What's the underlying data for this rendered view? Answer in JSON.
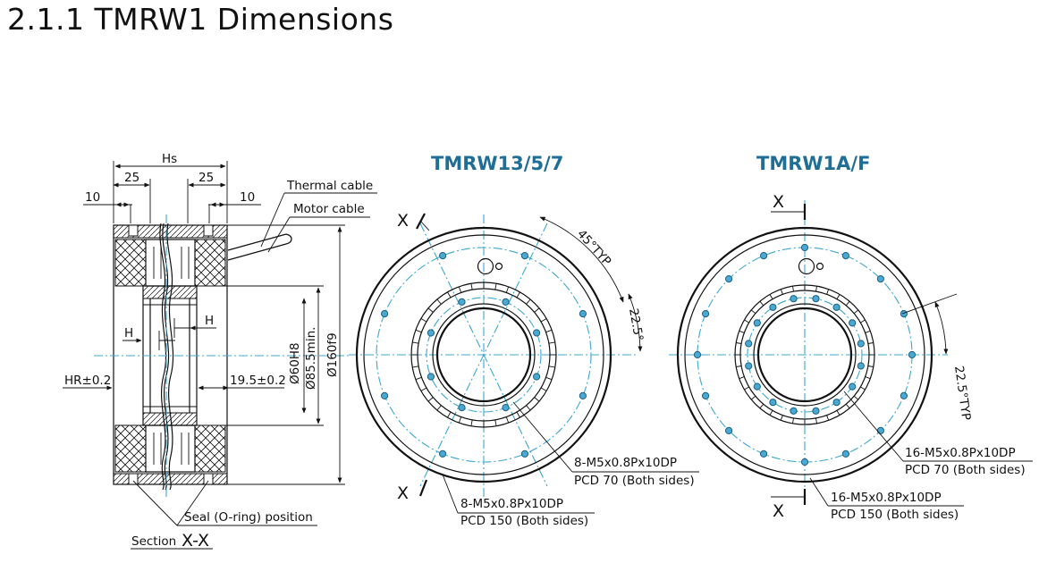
{
  "page": {
    "title": "2.1.1 TMRW1 Dimensions"
  },
  "section_view": {
    "overall_width_label": "Hs",
    "dim_25_left": "25",
    "dim_25_right": "25",
    "dim_10_left": "10",
    "dim_10_right": "10",
    "thermal_cable": "Thermal cable",
    "motor_cable": "Motor cable",
    "h_left": "H",
    "h_right": "H",
    "hr_label": "HR±0.2",
    "dim_19_5": "19.5±0.2",
    "d60": "Ø60H8",
    "d85": "Ø85.5min.",
    "d160": "Ø160f9",
    "seal_label": "Seal (O-ring) position",
    "section_prefix": "Section",
    "section_name": "X-X"
  },
  "view_a": {
    "title": "TMRW13/5/7",
    "x_top": "X",
    "x_bottom": "X",
    "angle_45": "45°TYP",
    "angle_22": "22.5°",
    "inner_spec": "8-M5x0.8Px10DP",
    "inner_pcd": "PCD 70 (Both sides)",
    "outer_spec": "8-M5x0.8Px10DP",
    "outer_pcd": "PCD 150 (Both sides)",
    "outer_bolt_count": 8,
    "inner_bolt_count": 8
  },
  "view_b": {
    "title": "TMRW1A/F",
    "x_top": "X",
    "x_bottom": "X",
    "angle_22": "22.5°TYP",
    "inner_spec": "16-M5x0.8Px10DP",
    "inner_pcd": "PCD 70 (Both sides)",
    "outer_spec": "16-M5x0.8Px10DP",
    "outer_pcd": "PCD 150 (Both sides)",
    "outer_bolt_count": 16,
    "inner_bolt_count": 16
  },
  "colors": {
    "accent": "#1f6e96",
    "centerline": "#3fa7cf",
    "bolt": "#4aa9d3",
    "line": "#111111"
  }
}
